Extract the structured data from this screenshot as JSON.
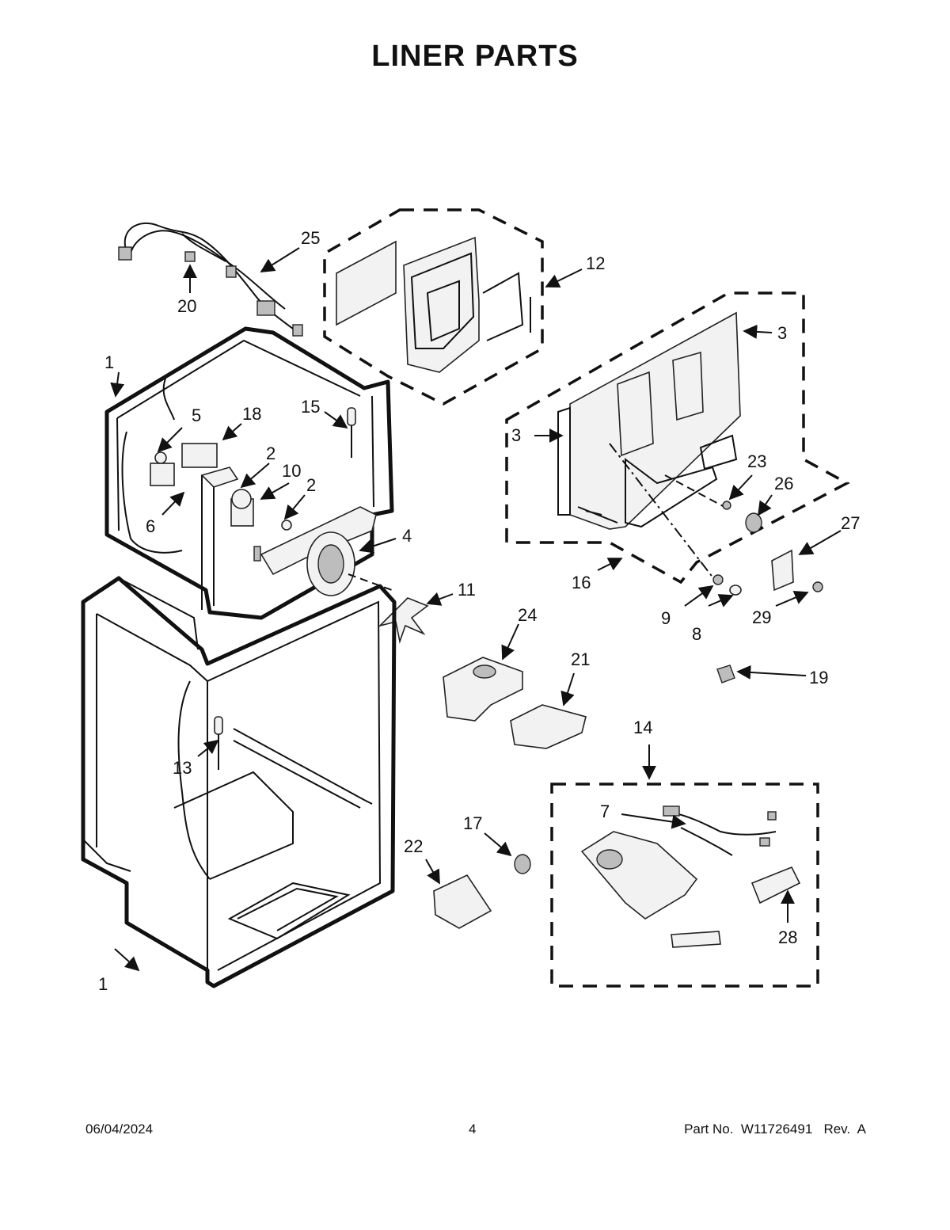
{
  "title": "LINER PARTS",
  "callouts": {
    "c1a": "1",
    "c1b": "1",
    "c2a": "2",
    "c2b": "2",
    "c3a": "3",
    "c3b": "3",
    "c4": "4",
    "c5": "5",
    "c6": "6",
    "c7": "7",
    "c8": "8",
    "c9": "9",
    "c10": "10",
    "c11": "11",
    "c12": "12",
    "c13": "13",
    "c14": "14",
    "c15": "15",
    "c16": "16",
    "c17": "17",
    "c18": "18",
    "c19": "19",
    "c20": "20",
    "c21": "21",
    "c22": "22",
    "c23": "23",
    "c24": "24",
    "c25": "25",
    "c26": "26",
    "c27": "27",
    "c28": "28",
    "c29": "29"
  },
  "footer": {
    "date": "06/04/2024",
    "page": "4",
    "part_no": "Part No.  W11726491   Rev.  A"
  }
}
